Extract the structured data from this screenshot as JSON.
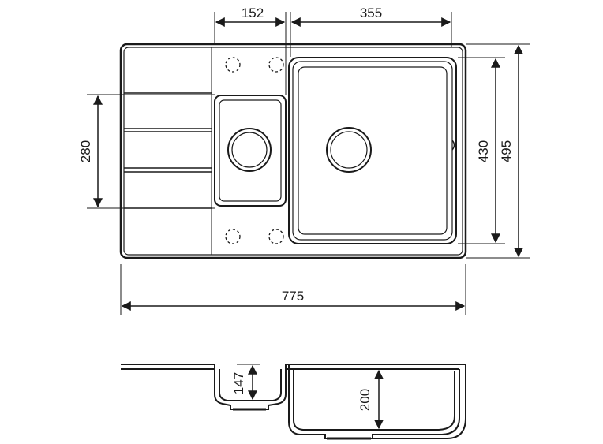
{
  "dimensions": {
    "width_overall": "775",
    "depth_overall": "495",
    "bowl_inner_depth": "430",
    "small_bowl_depth": "280",
    "small_bowl_width": "152",
    "large_bowl_width": "355",
    "small_bowl_height": "147",
    "large_bowl_height": "200"
  },
  "colors": {
    "line": "#1a1a1a",
    "background": "#ffffff"
  }
}
